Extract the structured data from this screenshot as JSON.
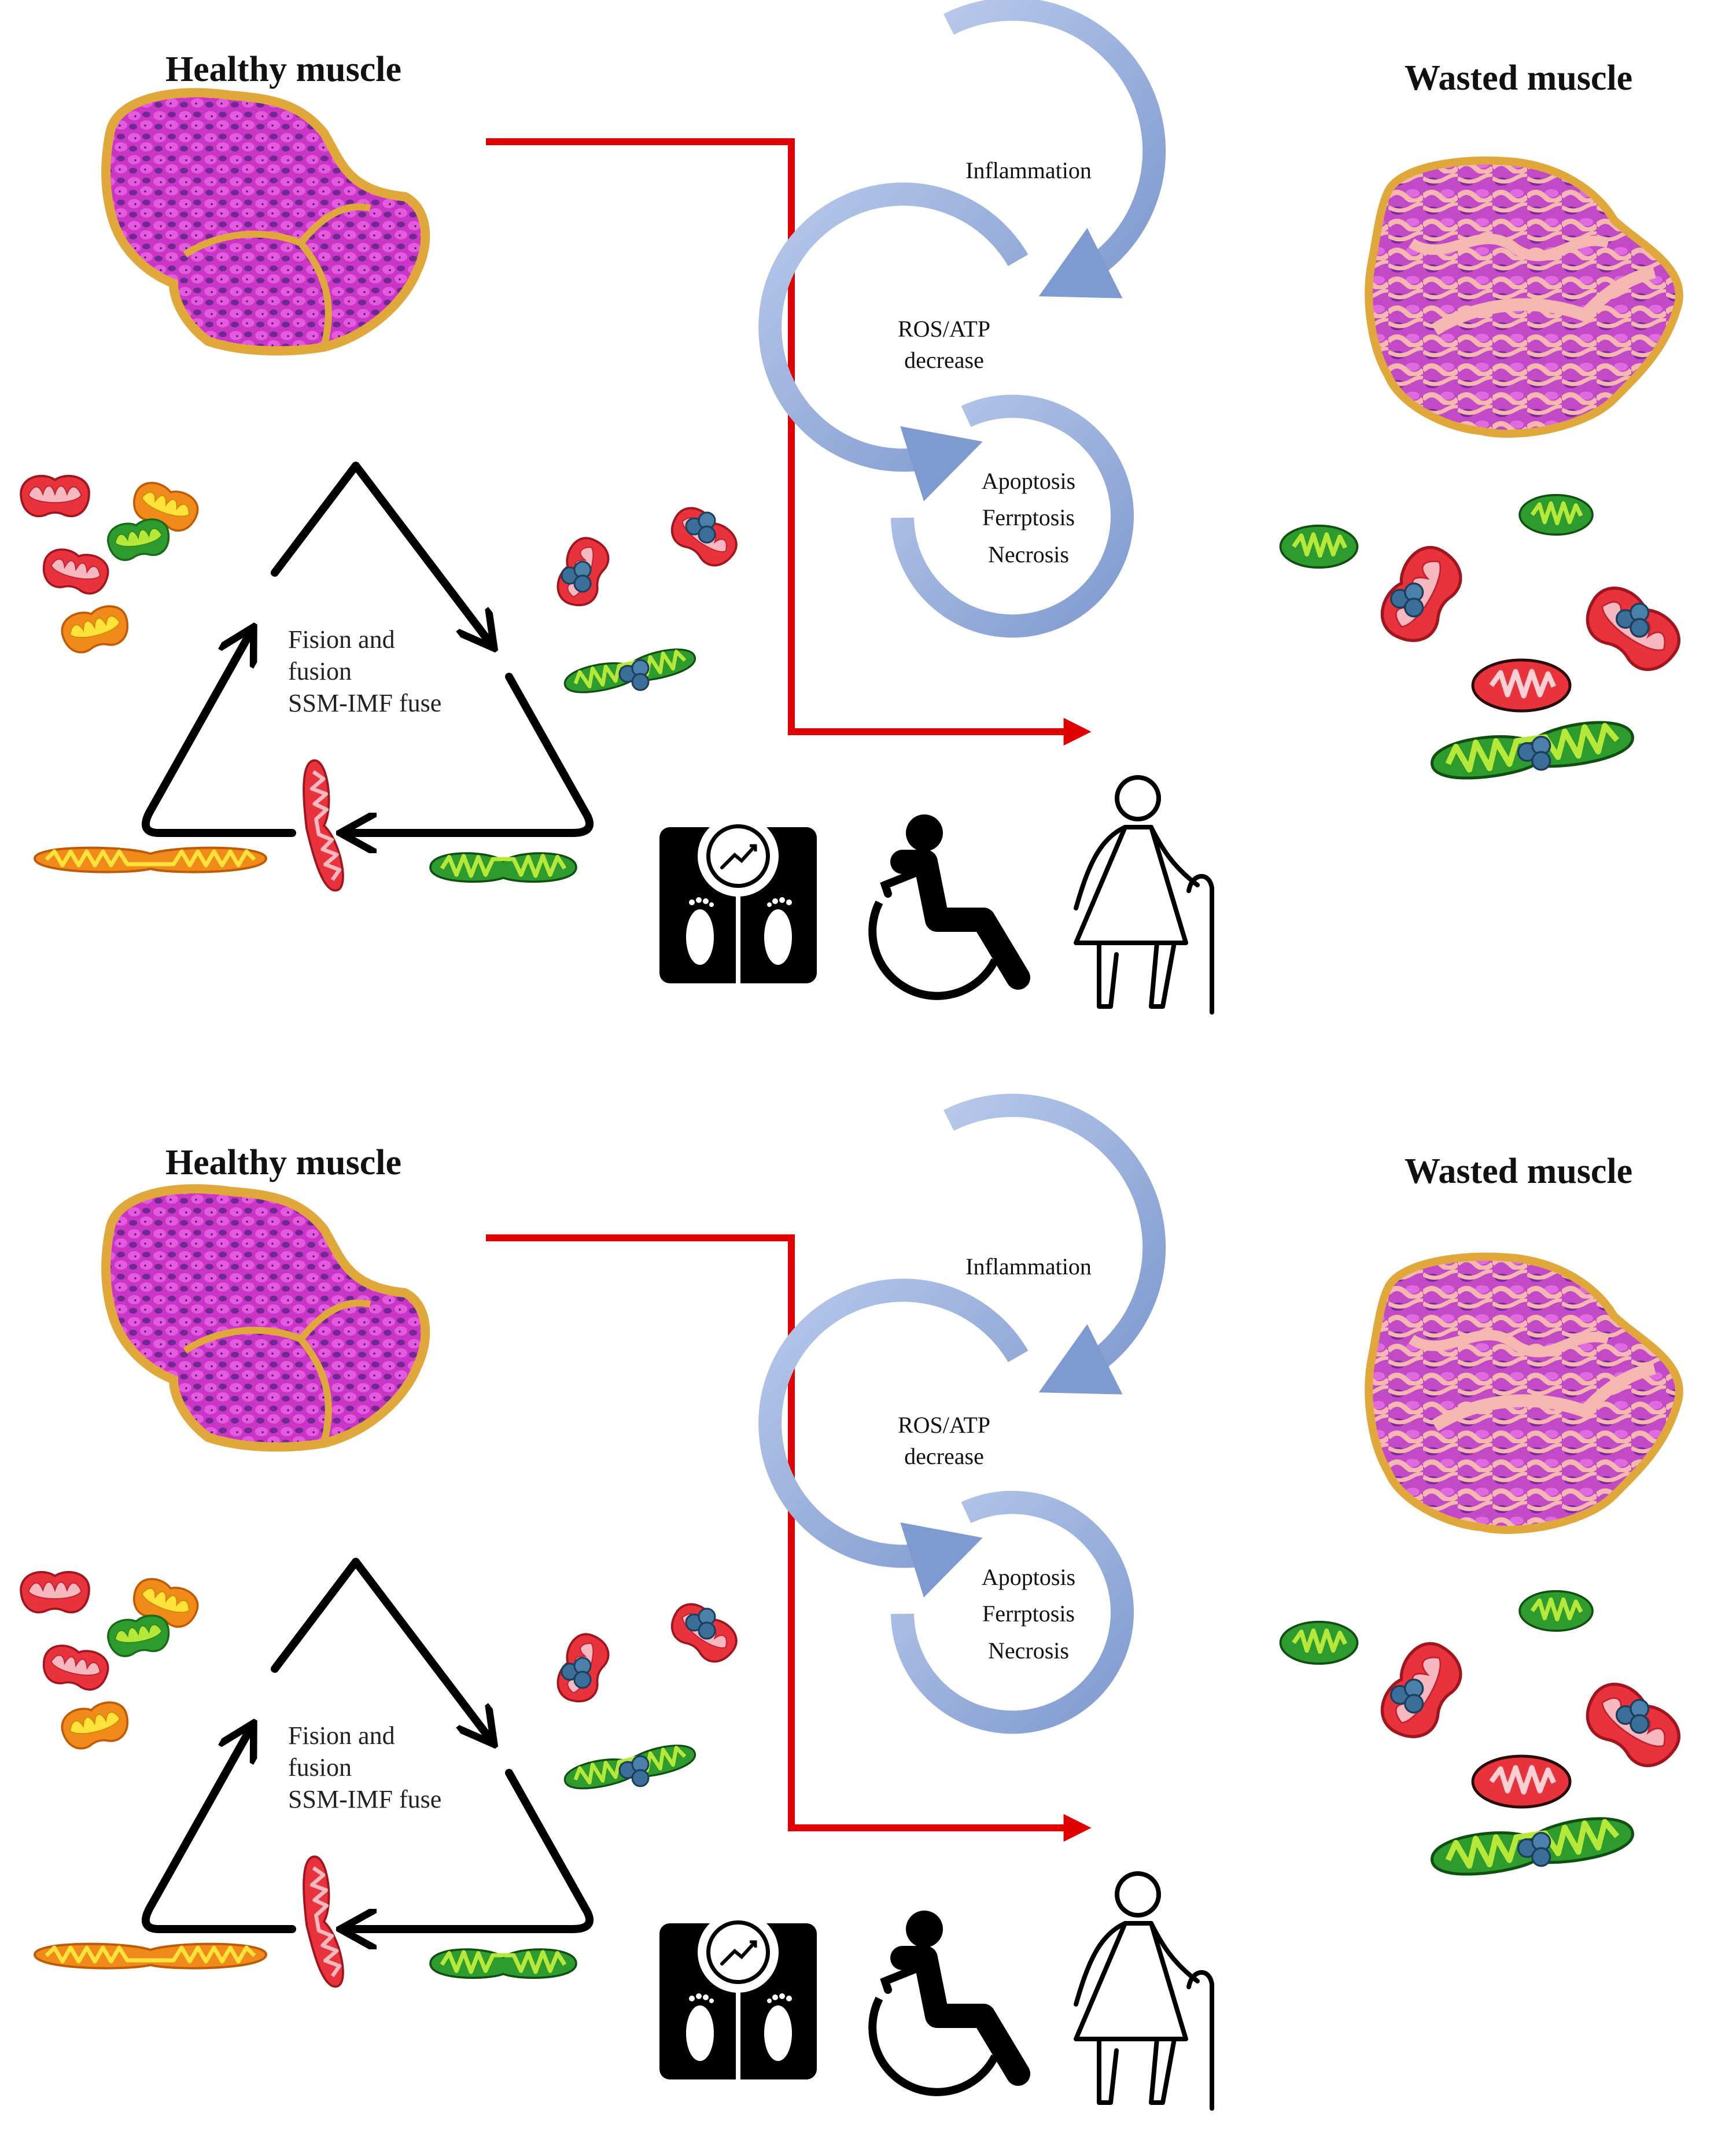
{
  "panels": [
    {
      "healthy_title": "Healthy muscle",
      "wasted_title": "Wasted muscle",
      "cycle": {
        "inflammation": "Inflammation",
        "ros_line1": "ROS/ATP",
        "ros_line2": "decrease",
        "death_line1": "Apoptosis",
        "death_line2": "Ferrptosis",
        "death_line3": "Necrosis"
      },
      "dynamics": {
        "line1": "Fision and",
        "line2": "fusion",
        "line3": "SSM-IMF fuse"
      }
    },
    {
      "healthy_title": "Healthy muscle",
      "wasted_title": "Wasted muscle",
      "cycle": {
        "inflammation": "Inflammation",
        "ros_line1": "ROS/ATP",
        "ros_line2": "decrease",
        "death_line1": "Apoptosis",
        "death_line2": "Ferrptosis",
        "death_line3": "Necrosis"
      },
      "dynamics": {
        "line1": "Fision and",
        "line2": "fusion",
        "line3": "SSM-IMF fuse"
      }
    }
  ],
  "icons": [
    "bathroom-scale-icon",
    "wheelchair-icon",
    "elderly-woman-cane-icon"
  ],
  "colors": {
    "muscle_pink": "#d63fd0",
    "muscle_purple": "#7a2a9a",
    "muscle_border": "#e0a83a",
    "wasted_tissue": "#f2b9b0",
    "arrow_red": "#e00000",
    "cycle_blue": "#8fa9d8",
    "mito_red": "#e8323c",
    "mito_green": "#2e9b2e",
    "mito_orange": "#f08a1a"
  }
}
